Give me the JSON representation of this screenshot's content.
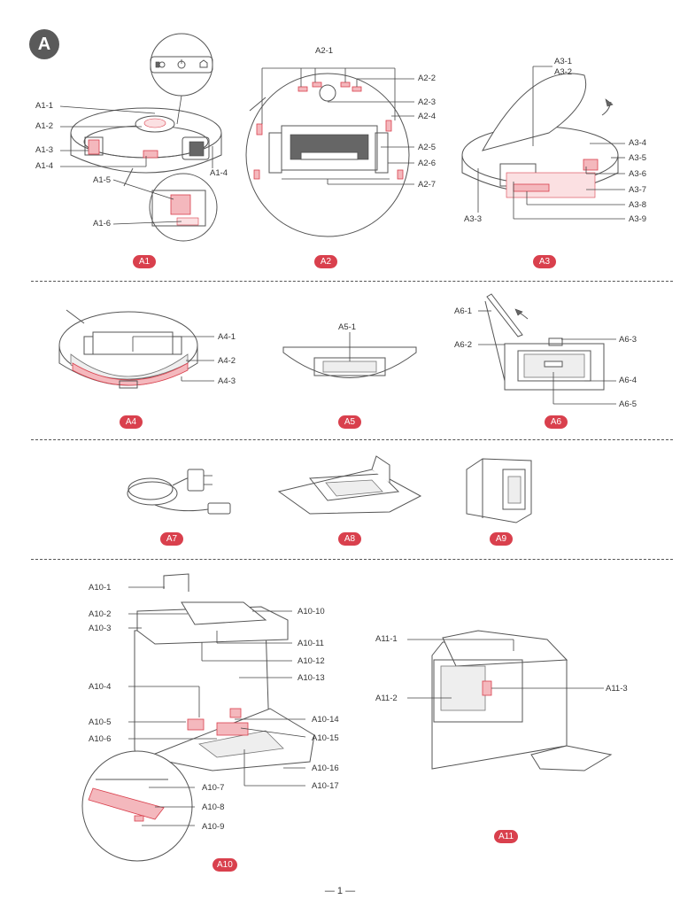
{
  "section": "A",
  "page_number": "— 1 —",
  "callouts": {
    "a1": [
      "A1-1",
      "A1-2",
      "A1-3",
      "A1-4",
      "A1-4",
      "A1-5",
      "A1-6"
    ],
    "a2": [
      "A2-1",
      "A2-2",
      "A2-3",
      "A2-4",
      "A2-5",
      "A2-6",
      "A2-7"
    ],
    "a3": [
      "A3-1",
      "A3-2",
      "A3-3",
      "A3-4",
      "A3-5",
      "A3-6",
      "A3-7",
      "A3-8",
      "A3-9"
    ],
    "a4": [
      "A4-1",
      "A4-2",
      "A4-3"
    ],
    "a5": [
      "A5-1"
    ],
    "a6": [
      "A6-1",
      "A6-2",
      "A6-3",
      "A6-4",
      "A6-5"
    ],
    "a10": [
      "A10-1",
      "A10-2",
      "A10-3",
      "A10-4",
      "A10-5",
      "A10-6",
      "A10-7",
      "A10-8",
      "A10-9",
      "A10-10",
      "A10-11",
      "A10-12",
      "A10-13",
      "A10-14",
      "A10-15",
      "A10-16",
      "A10-17"
    ],
    "a11": [
      "A11-1",
      "A11-2",
      "A11-3"
    ]
  },
  "figure_tags": [
    "A1",
    "A2",
    "A3",
    "A4",
    "A5",
    "A6",
    "A7",
    "A8",
    "A9",
    "A10",
    "A11"
  ],
  "colors": {
    "accent": "#d9404d",
    "highlight": "#f4b8bd",
    "badge": "#5a5a5a"
  },
  "icons": [
    "dock-button-icon",
    "power-button-icon",
    "home-button-icon"
  ]
}
